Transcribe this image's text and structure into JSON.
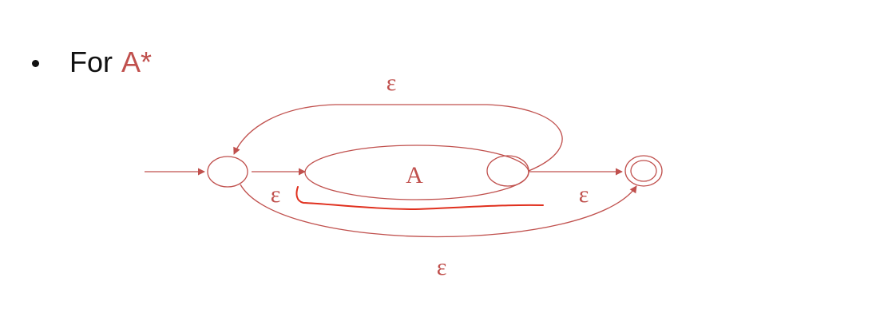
{
  "slide": {
    "bullet_text": "For",
    "bullet_expression": "A*"
  },
  "diagram": {
    "inner_label": "A",
    "epsilon_top": "ε",
    "epsilon_entry": "ε",
    "epsilon_exit": "ε",
    "epsilon_bottom": "ε"
  },
  "colors": {
    "accent": "#c0504d",
    "text": "#111111",
    "annotation": "#e0301e",
    "background": "#ffffff"
  }
}
